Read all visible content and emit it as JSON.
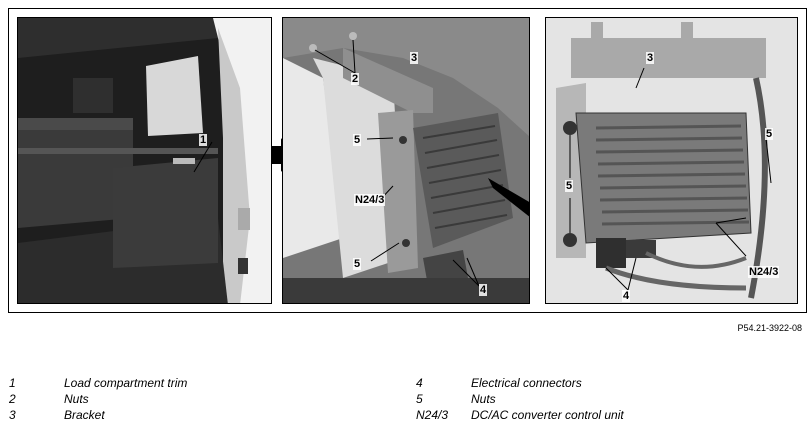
{
  "figure": {
    "callouts": {
      "p1_1": "1",
      "p2_2": "2",
      "p2_3": "3",
      "p2_5a": "5",
      "p2_n24": "N24/3",
      "p2_5b": "5",
      "p2_4": "4",
      "p3_3": "3",
      "p3_5a": "5",
      "p3_5b": "5",
      "p3_n24": "N24/3",
      "p3_4": "4"
    },
    "reference_code": "P54.21-3922-08"
  },
  "legend": {
    "left": [
      {
        "num": "1",
        "text": "Load compartment trim"
      },
      {
        "num": "2",
        "text": "Nuts"
      },
      {
        "num": "3",
        "text": "Bracket"
      }
    ],
    "right": [
      {
        "num": "4",
        "text": "Electrical connectors"
      },
      {
        "num": "5",
        "text": "Nuts"
      },
      {
        "num": "N24/3",
        "text": "DC/AC converter control unit"
      }
    ]
  }
}
